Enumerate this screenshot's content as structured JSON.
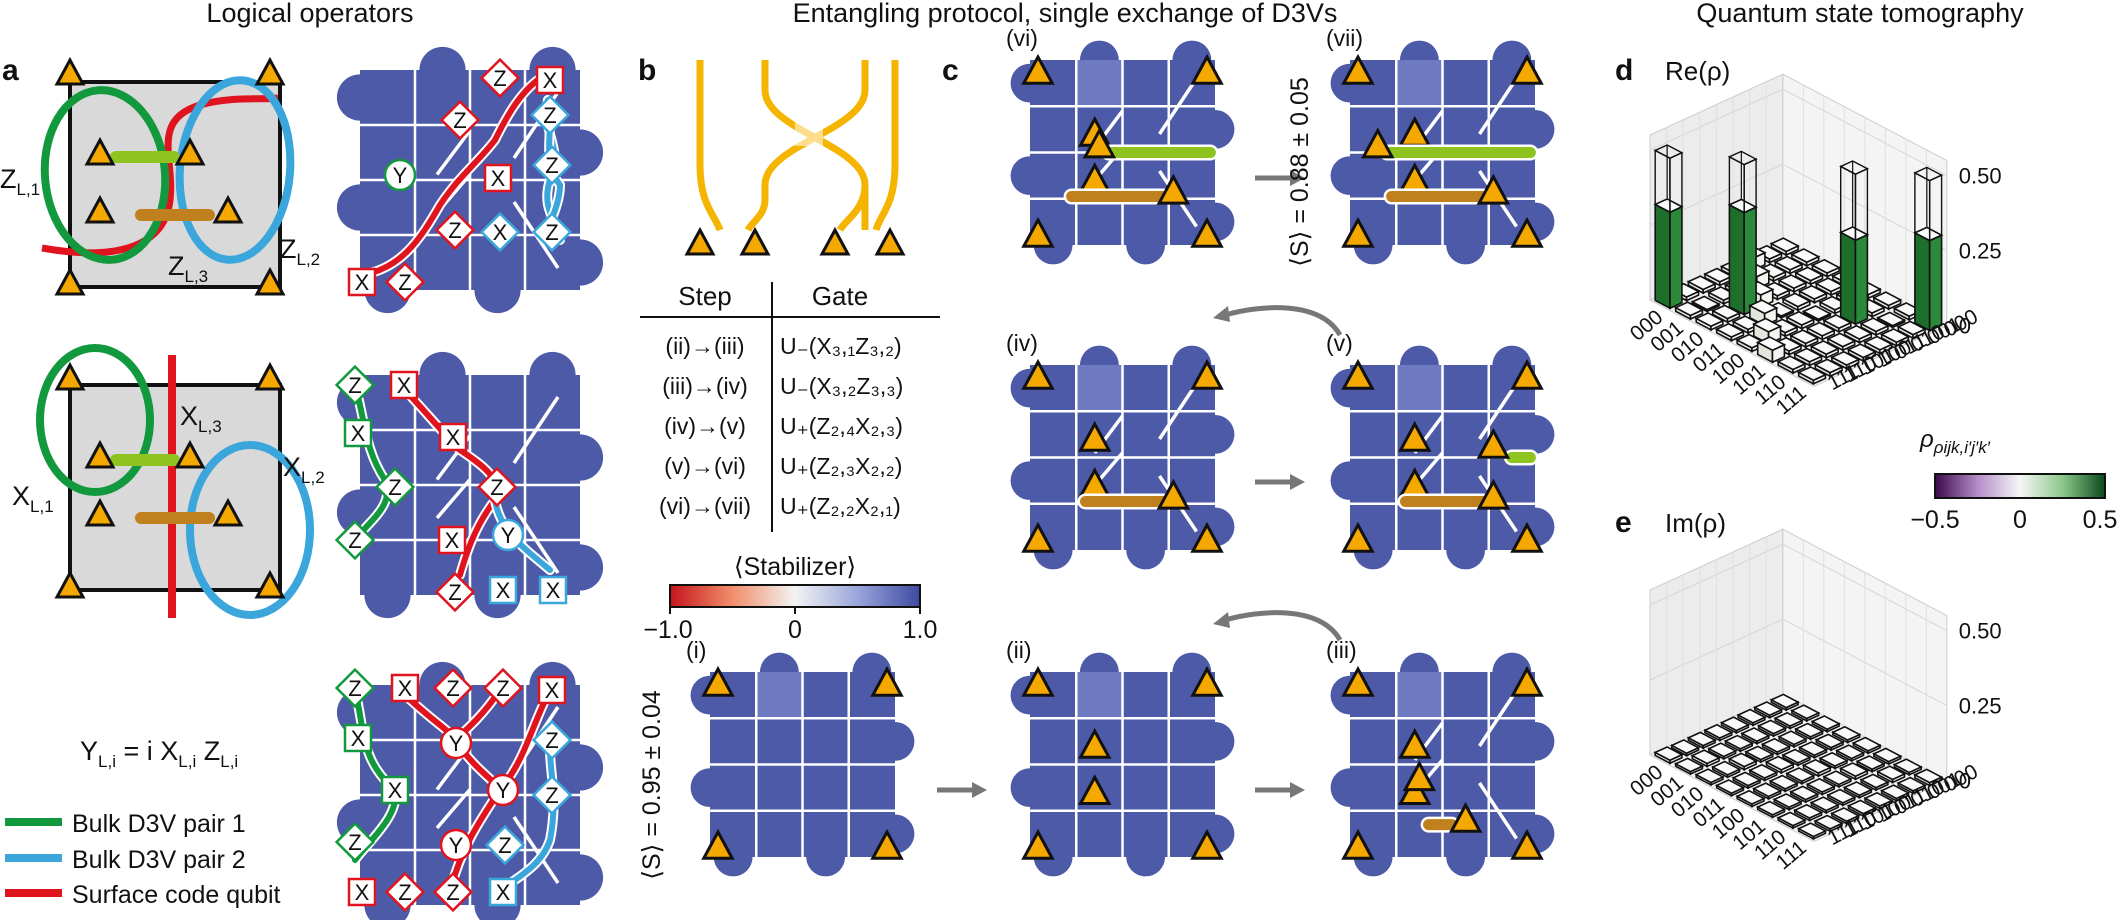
{
  "headers": {
    "logical": "Logical operators",
    "entangling": "Entangling protocol, single exchange of D3Vs",
    "tomography": "Quantum state tomography"
  },
  "panel_labels": {
    "a": "a",
    "b": "b",
    "c": "c",
    "d": "d",
    "e": "e"
  },
  "colors": {
    "lattice": "#4d5aa8",
    "lattice_light": "#6e7bc0",
    "vertex": "#f5a800",
    "pair1": "#12993e",
    "pair2": "#3aa6dc",
    "surface": "#e0141e",
    "dv_green": "#8fc31f",
    "dv_brown": "#c0801e",
    "bar_green": "#2a8a3a",
    "bar_light": "#9ad08a"
  },
  "panel_a": {
    "z_labels": [
      "Z",
      "L,1",
      "Z",
      "L,3",
      "Z",
      "L,2"
    ],
    "x_labels": [
      "X",
      "L,1",
      "X",
      "L,3",
      "X",
      "L,2"
    ],
    "y_formula": {
      "y": "Y",
      "sub_y": "L,i",
      "eq": " = i X",
      "sub_x": "L,i",
      "z": " Z",
      "sub_z": "L,i"
    },
    "legend": [
      "Bulk D3V pair 1",
      "Bulk D3V pair 2",
      "Surface code qubit"
    ]
  },
  "panel_b": {
    "table_head": [
      "Step",
      "Gate"
    ],
    "rows": [
      {
        "step": "(ii)→(iii)",
        "gate": "U₋(X₃,₁Z₃,₂)"
      },
      {
        "step": "(iii)→(iv)",
        "gate": "U₋(X₃,₂Z₃,₃)"
      },
      {
        "step": "(iv)→(v)",
        "gate": "U₊(Z₂,₄X₂,₃)"
      },
      {
        "step": "(v)→(vi)",
        "gate": "U₊(Z₂,₃X₂,₂)"
      },
      {
        "step": "(vi)→(vii)",
        "gate": "U₊(Z₂,₂X₂,₁)"
      }
    ],
    "colorbar_title": "⟨Stabilizer⟩",
    "colorbar_ticks": [
      "−1.0",
      "0",
      "1.0"
    ]
  },
  "panel_c": {
    "step_labels": [
      "(i)",
      "(ii)",
      "(iii)",
      "(iv)",
      "(v)",
      "(vi)",
      "(vii)"
    ],
    "s_values": [
      "⟨S⟩ = 0.95 ± 0.04",
      "⟨S⟩ = 0.88 ± 0.05"
    ]
  },
  "panel_d": {
    "title": "Re(ρ)",
    "zticks": [
      "0",
      "0.25",
      "0.50"
    ],
    "basis": [
      "000",
      "001",
      "010",
      "011",
      "100",
      "101",
      "110",
      "111"
    ]
  },
  "panel_e": {
    "title": "Im(ρ)",
    "zticks": [
      "0",
      "0.25",
      "0.50"
    ]
  },
  "colorbar_de": {
    "label": "ρijk,i′j′k′",
    "ticks": [
      "−0.5",
      "0",
      "0.5"
    ]
  }
}
